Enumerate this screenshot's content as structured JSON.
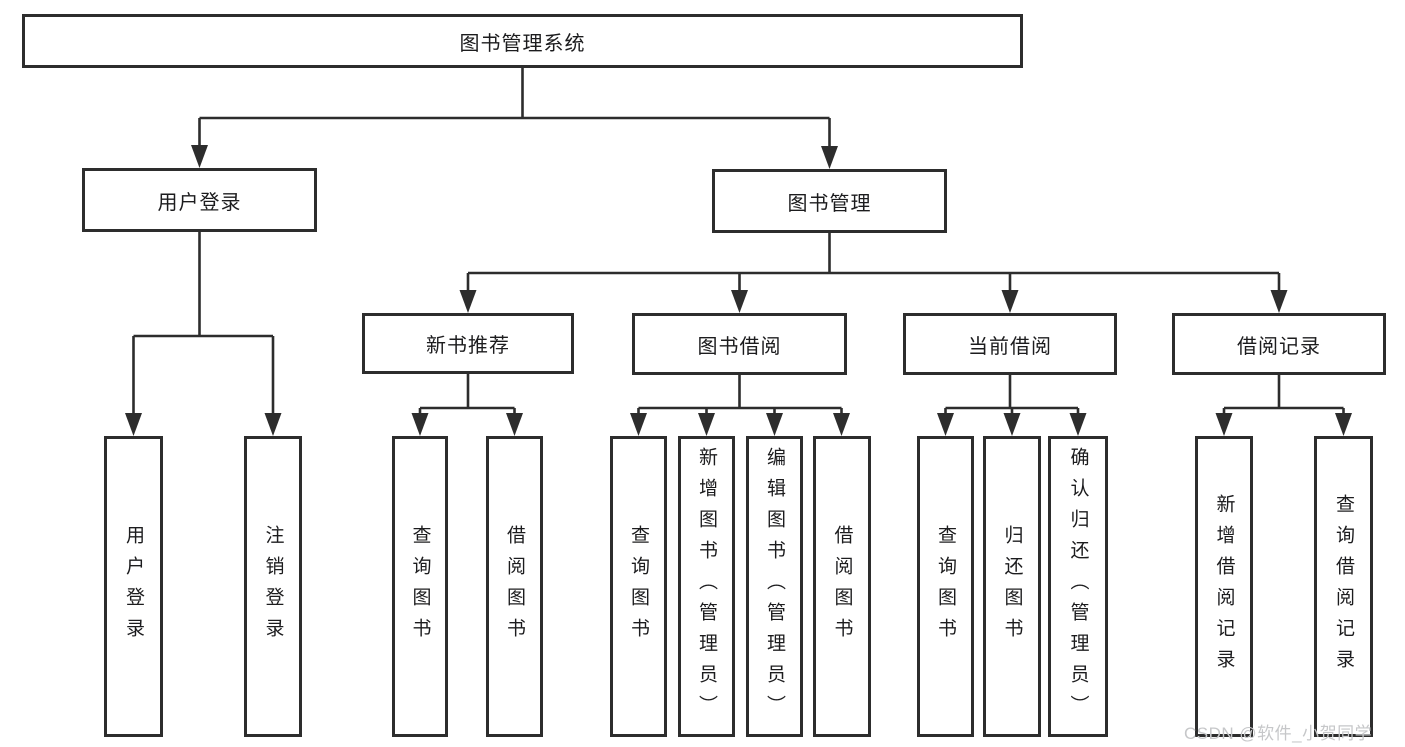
{
  "diagram_type": "hierarchy-tree",
  "colors": {
    "line": "#2d2d2d",
    "box_border": "#2d2d2d",
    "text": "#1c1c1e",
    "background": "#ffffff",
    "watermark": "#c6c7c9"
  },
  "tree": {
    "root": {
      "label": "图书管理系统"
    },
    "children": [
      {
        "label": "用户登录",
        "children": [
          {
            "label": "用户登录"
          },
          {
            "label": "注销登录"
          }
        ]
      },
      {
        "label": "图书管理",
        "children": [
          {
            "label": "新书推荐",
            "children": [
              {
                "label": "查询图书"
              },
              {
                "label": "借阅图书"
              }
            ]
          },
          {
            "label": "图书借阅",
            "children": [
              {
                "label": "查询图书"
              },
              {
                "label": "新增图书（管理员）"
              },
              {
                "label": "编辑图书（管理员）"
              },
              {
                "label": "借阅图书"
              }
            ]
          },
          {
            "label": "当前借阅",
            "children": [
              {
                "label": "查询图书"
              },
              {
                "label": "归还图书"
              },
              {
                "label": "确认归还（管理员）"
              }
            ]
          },
          {
            "label": "借阅记录",
            "children": [
              {
                "label": "新增借阅记录"
              },
              {
                "label": "查询借阅记录"
              }
            ]
          }
        ]
      }
    ]
  },
  "watermark": {
    "text": "CSDN @软件_小贺同学"
  }
}
